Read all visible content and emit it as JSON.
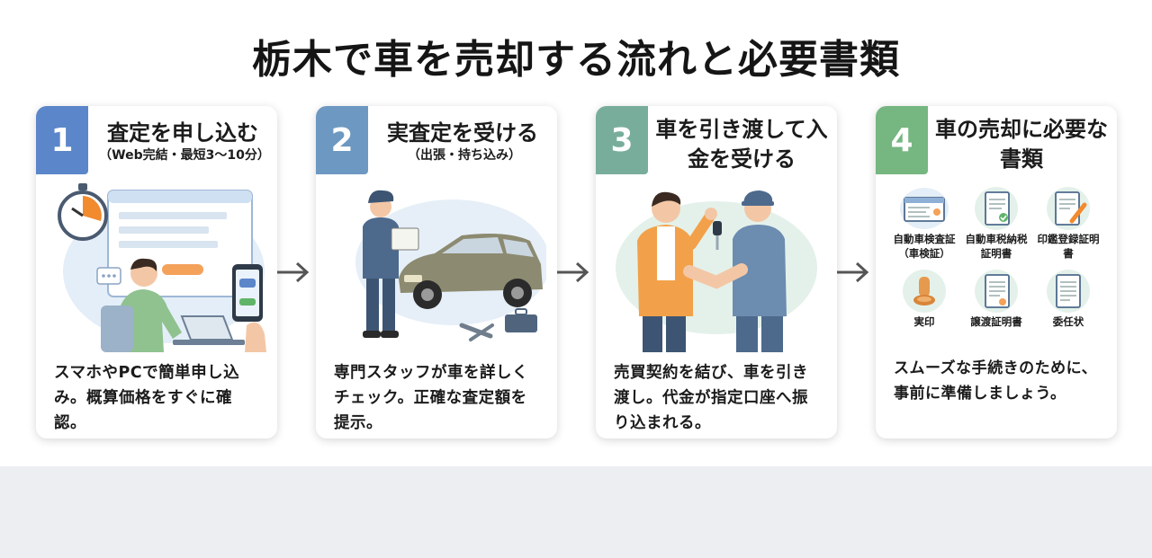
{
  "title": "栃木で車を売却する流れと必要書類",
  "colors": {
    "step1": "#5b86c9",
    "step2": "#6d98c1",
    "step3": "#78ad9c",
    "step4": "#76b681",
    "arrow": "#555555"
  },
  "steps": [
    {
      "number": "1",
      "title": "査定を申し込む",
      "subtitle": "（Web完結・最短3〜10分）",
      "description": "スマホやPCで簡単申し込み。概算価格をすぐに確認。"
    },
    {
      "number": "2",
      "title": "実査定を受ける",
      "subtitle": "（出張・持ち込み）",
      "description": "専門スタッフが車を詳しくチェック。正確な査定額を提示。"
    },
    {
      "number": "3",
      "title": "車を引き渡して入金を受ける",
      "description": "売買契約を結び、車を引き渡し。代金が指定口座へ振り込まれる。"
    },
    {
      "number": "4",
      "title": "車の売却に必要な書類",
      "description": "スムーズな手続きのために、事前に準備しましょう。",
      "documents": [
        {
          "label": "自動車検査証（車検証）",
          "icon": "vehicle-inspection-certificate-icon"
        },
        {
          "label": "自動車税納税証明書",
          "icon": "tax-certificate-icon"
        },
        {
          "label": "印鑑登録証明書",
          "icon": "seal-registration-certificate-icon"
        },
        {
          "label": "実印",
          "icon": "seal-stamp-icon"
        },
        {
          "label": "譲渡証明書",
          "icon": "transfer-certificate-icon"
        },
        {
          "label": "委任状",
          "icon": "power-of-attorney-icon"
        }
      ]
    }
  ]
}
